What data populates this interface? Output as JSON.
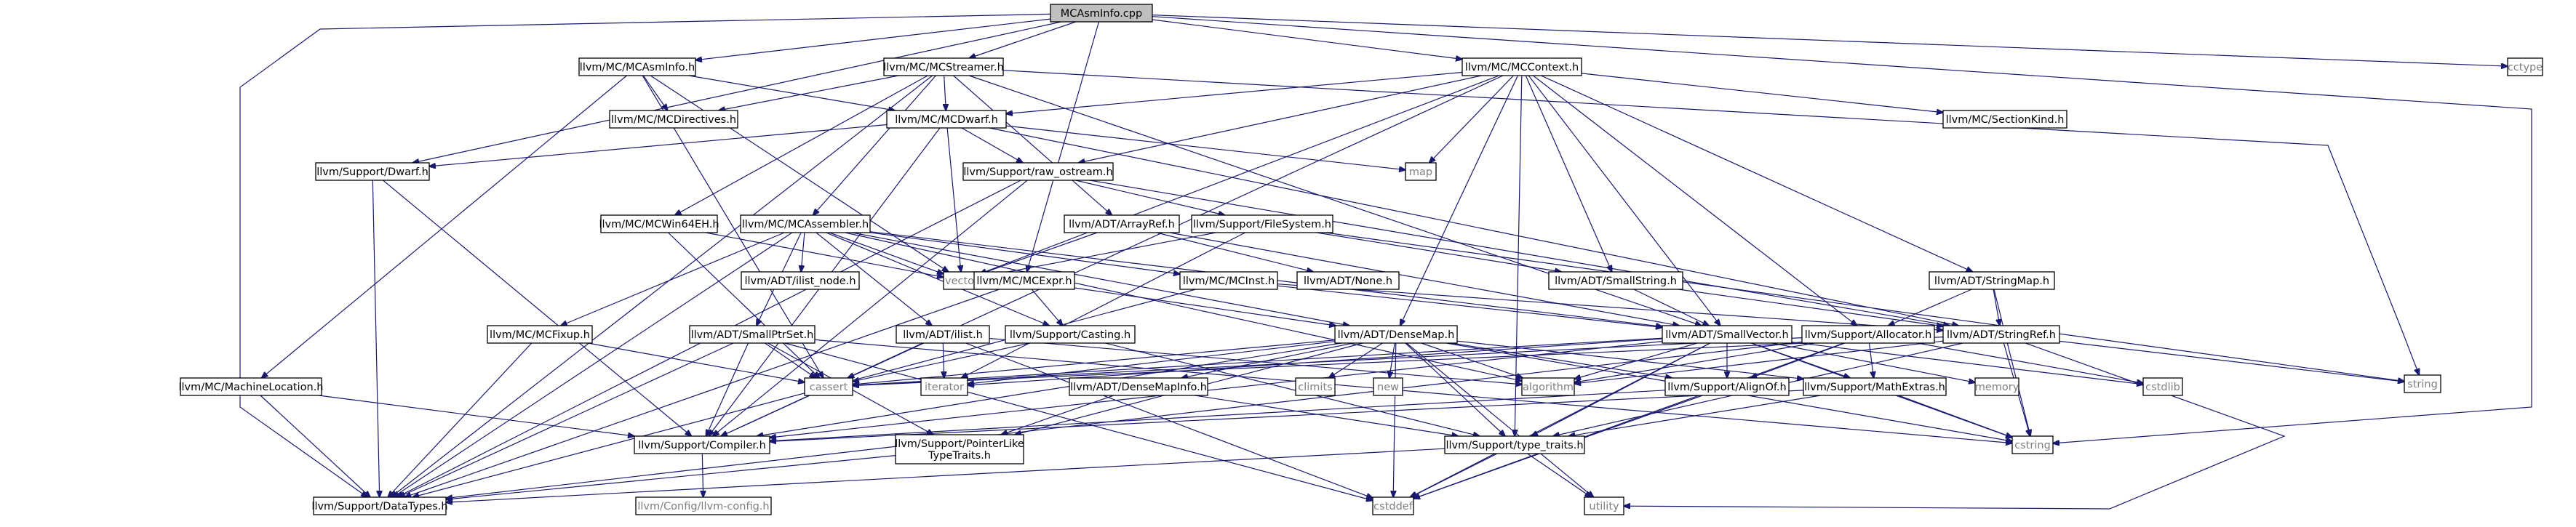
{
  "colors": {
    "background": "#ffffff",
    "node_fill": "#ffffff",
    "root_fill": "#bfbfbf",
    "border_default": "#000000",
    "border_red": "#ff0000",
    "border_gray": "#bfbfbf",
    "text_default": "#000000",
    "text_gray": "#7f7f7f",
    "edge": "#191970"
  },
  "nodes": [
    {
      "id": "root",
      "label": "MCAsmInfo.cpp",
      "style": "root"
    },
    {
      "id": "n_asminfo",
      "label": "llvm/MC/MCAsmInfo.h",
      "style": "normal"
    },
    {
      "id": "n_streamer",
      "label": "llvm/MC/MCStreamer.h",
      "style": "normal"
    },
    {
      "id": "n_context",
      "label": "llvm/MC/MCContext.h",
      "style": "normal"
    },
    {
      "id": "n_cctype",
      "label": "cctype",
      "style": "gray"
    },
    {
      "id": "n_directives",
      "label": "llvm/MC/MCDirectives.h",
      "style": "normal"
    },
    {
      "id": "n_mcdwarf",
      "label": "llvm/MC/MCDwarf.h",
      "style": "normal"
    },
    {
      "id": "n_sectionkind",
      "label": "llvm/MC/SectionKind.h",
      "style": "normal"
    },
    {
      "id": "n_dwarf",
      "label": "llvm/Support/Dwarf.h",
      "style": "normal"
    },
    {
      "id": "n_rawostream",
      "label": "llvm/Support/raw_ostream.h",
      "style": "normal"
    },
    {
      "id": "n_map",
      "label": "map",
      "style": "gray"
    },
    {
      "id": "n_win64",
      "label": "llvm/MC/MCWin64EH.h",
      "style": "red"
    },
    {
      "id": "n_assembler",
      "label": "llvm/MC/MCAssembler.h",
      "style": "normal"
    },
    {
      "id": "n_arrayref",
      "label": "llvm/ADT/ArrayRef.h",
      "style": "normal"
    },
    {
      "id": "n_filesystem",
      "label": "llvm/Support/FileSystem.h",
      "style": "red"
    },
    {
      "id": "n_vector",
      "label": "vector",
      "style": "gray"
    },
    {
      "id": "n_ilistnode",
      "label": "llvm/ADT/ilist_node.h",
      "style": "normal"
    },
    {
      "id": "n_mcinst",
      "label": "llvm/MC/MCInst.h",
      "style": "red"
    },
    {
      "id": "n_none",
      "label": "llvm/ADT/None.h",
      "style": "normal"
    },
    {
      "id": "n_smallstring",
      "label": "llvm/ADT/SmallString.h",
      "style": "normal"
    },
    {
      "id": "n_stringmap",
      "label": "llvm/ADT/StringMap.h",
      "style": "normal"
    },
    {
      "id": "n_mcexpr",
      "label": "llvm/MC/MCExpr.h",
      "style": "normal"
    },
    {
      "id": "n_mcfixup",
      "label": "llvm/MC/MCFixup.h",
      "style": "red"
    },
    {
      "id": "n_smallptrset",
      "label": "llvm/ADT/SmallPtrSet.h",
      "style": "normal"
    },
    {
      "id": "n_ilist",
      "label": "llvm/ADT/ilist.h",
      "style": "normal"
    },
    {
      "id": "n_casting",
      "label": "llvm/Support/Casting.h",
      "style": "normal"
    },
    {
      "id": "n_densemap",
      "label": "llvm/ADT/DenseMap.h",
      "style": "normal"
    },
    {
      "id": "n_smallvector",
      "label": "llvm/ADT/SmallVector.h",
      "style": "normal"
    },
    {
      "id": "n_allocator",
      "label": "llvm/Support/Allocator.h",
      "style": "normal"
    },
    {
      "id": "n_stringref",
      "label": "llvm/ADT/StringRef.h",
      "style": "red"
    },
    {
      "id": "n_string",
      "label": "string",
      "style": "gray"
    },
    {
      "id": "n_machineloc",
      "label": "llvm/MC/MachineLocation.h",
      "style": "normal"
    },
    {
      "id": "n_cassert",
      "label": "cassert",
      "style": "gray"
    },
    {
      "id": "n_iterator",
      "label": "iterator",
      "style": "gray"
    },
    {
      "id": "n_climits",
      "label": "climits",
      "style": "gray"
    },
    {
      "id": "n_new",
      "label": "new",
      "style": "gray"
    },
    {
      "id": "n_densemapinfo",
      "label": "llvm/ADT/DenseMapInfo.h",
      "style": "normal"
    },
    {
      "id": "n_algorithm",
      "label": "algorithm",
      "style": "gray"
    },
    {
      "id": "n_alignof",
      "label": "llvm/Support/AlignOf.h",
      "style": "normal"
    },
    {
      "id": "n_mathextras",
      "label": "llvm/Support/MathExtras.h",
      "style": "red"
    },
    {
      "id": "n_memory",
      "label": "memory",
      "style": "gray"
    },
    {
      "id": "n_cstdlib",
      "label": "cstdlib",
      "style": "gray"
    },
    {
      "id": "n_compiler",
      "label": "llvm/Support/Compiler.h",
      "style": "normal"
    },
    {
      "id": "n_pointerlike",
      "label": [
        "llvm/Support/PointerLike",
        "TypeTraits.h"
      ],
      "style": "normal"
    },
    {
      "id": "n_typetraits",
      "label": "llvm/Support/type_traits.h",
      "style": "normal"
    },
    {
      "id": "n_cstring",
      "label": "cstring",
      "style": "gray"
    },
    {
      "id": "n_datatypes",
      "label": "llvm/Support/DataTypes.h",
      "style": "normal"
    },
    {
      "id": "n_llvmconfig",
      "label": "llvm/Config/llvm-config.h",
      "style": "gray"
    },
    {
      "id": "n_cstddef",
      "label": "cstddef",
      "style": "gray"
    },
    {
      "id": "n_utility",
      "label": "utility",
      "style": "gray"
    }
  ],
  "edges": [
    [
      "root",
      "n_asminfo"
    ],
    [
      "root",
      "n_streamer"
    ],
    [
      "root",
      "n_context"
    ],
    [
      "root",
      "n_cctype"
    ],
    [
      "root",
      "n_dwarf"
    ],
    [
      "root",
      "n_datatypes"
    ],
    [
      "root",
      "n_mcexpr"
    ],
    [
      "root",
      "n_cstring"
    ],
    [
      "n_asminfo",
      "n_directives"
    ],
    [
      "n_asminfo",
      "n_mcdwarf"
    ],
    [
      "n_asminfo",
      "n_machineloc"
    ],
    [
      "n_asminfo",
      "n_vector"
    ],
    [
      "n_asminfo",
      "n_cassert"
    ],
    [
      "n_streamer",
      "n_directives"
    ],
    [
      "n_streamer",
      "n_mcdwarf"
    ],
    [
      "n_streamer",
      "n_win64"
    ],
    [
      "n_streamer",
      "n_assembler"
    ],
    [
      "n_streamer",
      "n_arrayref"
    ],
    [
      "n_streamer",
      "n_smallvector"
    ],
    [
      "n_streamer",
      "n_datatypes"
    ],
    [
      "n_streamer",
      "n_string"
    ],
    [
      "n_context",
      "n_mcdwarf"
    ],
    [
      "n_context",
      "n_sectionkind"
    ],
    [
      "n_context",
      "n_rawostream"
    ],
    [
      "n_context",
      "n_map"
    ],
    [
      "n_context",
      "n_vector"
    ],
    [
      "n_context",
      "n_smallstring"
    ],
    [
      "n_context",
      "n_stringmap"
    ],
    [
      "n_context",
      "n_densemap"
    ],
    [
      "n_context",
      "n_smallvector"
    ],
    [
      "n_context",
      "n_allocator"
    ],
    [
      "n_context",
      "n_compiler"
    ],
    [
      "n_context",
      "n_typetraits"
    ],
    [
      "n_mcdwarf",
      "n_dwarf"
    ],
    [
      "n_mcdwarf",
      "n_rawostream"
    ],
    [
      "n_mcdwarf",
      "n_map"
    ],
    [
      "n_mcdwarf",
      "n_vector"
    ],
    [
      "n_mcdwarf",
      "n_stringref"
    ],
    [
      "n_mcdwarf",
      "n_compiler"
    ],
    [
      "n_dwarf",
      "n_datatypes"
    ],
    [
      "n_dwarf",
      "n_compiler"
    ],
    [
      "n_rawostream",
      "n_filesystem"
    ],
    [
      "n_rawostream",
      "n_stringref"
    ],
    [
      "n_rawostream",
      "n_compiler"
    ],
    [
      "n_rawostream",
      "n_datatypes"
    ],
    [
      "n_win64",
      "n_vector"
    ],
    [
      "n_win64",
      "n_cassert"
    ],
    [
      "n_assembler",
      "n_ilistnode"
    ],
    [
      "n_assembler",
      "n_mcinst"
    ],
    [
      "n_assembler",
      "n_mcfixup"
    ],
    [
      "n_assembler",
      "n_smallptrset"
    ],
    [
      "n_assembler",
      "n_ilist"
    ],
    [
      "n_assembler",
      "n_casting"
    ],
    [
      "n_assembler",
      "n_densemap"
    ],
    [
      "n_assembler",
      "n_smallvector"
    ],
    [
      "n_assembler",
      "n_vector"
    ],
    [
      "n_assembler",
      "n_algorithm"
    ],
    [
      "n_assembler",
      "n_datatypes"
    ],
    [
      "n_arrayref",
      "n_vector"
    ],
    [
      "n_arrayref",
      "n_none"
    ],
    [
      "n_arrayref",
      "n_smallvector"
    ],
    [
      "n_filesystem",
      "n_smallstring"
    ],
    [
      "n_filesystem",
      "n_vector"
    ],
    [
      "n_filesystem",
      "n_iterator"
    ],
    [
      "n_filesystem",
      "n_string"
    ],
    [
      "n_mcinst",
      "n_stringref"
    ],
    [
      "n_mcinst",
      "n_smallvector"
    ],
    [
      "n_mcinst",
      "n_datatypes"
    ],
    [
      "n_smallstring",
      "n_smallvector"
    ],
    [
      "n_smallstring",
      "n_stringref"
    ],
    [
      "n_stringmap",
      "n_allocator"
    ],
    [
      "n_stringmap",
      "n_stringref"
    ],
    [
      "n_stringmap",
      "n_cstring"
    ],
    [
      "n_mcexpr",
      "n_casting"
    ],
    [
      "n_mcexpr",
      "n_densemap"
    ],
    [
      "n_mcexpr",
      "n_datatypes"
    ],
    [
      "n_mcfixup",
      "n_cassert"
    ],
    [
      "n_mcfixup",
      "n_datatypes"
    ],
    [
      "n_smallptrset",
      "n_cassert"
    ],
    [
      "n_smallptrset",
      "n_compiler"
    ],
    [
      "n_smallptrset",
      "n_pointerlike"
    ],
    [
      "n_smallptrset",
      "n_datatypes"
    ],
    [
      "n_smallptrset",
      "n_cstddef"
    ],
    [
      "n_smallptrset",
      "n_cstring"
    ],
    [
      "n_ilist",
      "n_cassert"
    ],
    [
      "n_ilist",
      "n_iterator"
    ],
    [
      "n_ilist",
      "n_algorithm"
    ],
    [
      "n_ilist",
      "n_compiler"
    ],
    [
      "n_ilist",
      "n_cstddef"
    ],
    [
      "n_casting",
      "n_cassert"
    ],
    [
      "n_casting",
      "n_typetraits"
    ],
    [
      "n_densemap",
      "n_densemapinfo"
    ],
    [
      "n_densemap",
      "n_mathextras"
    ],
    [
      "n_densemap",
      "n_alignof"
    ],
    [
      "n_densemap",
      "n_algorithm"
    ],
    [
      "n_densemap",
      "n_cassert"
    ],
    [
      "n_densemap",
      "n_iterator"
    ],
    [
      "n_densemap",
      "n_climits"
    ],
    [
      "n_densemap",
      "n_new"
    ],
    [
      "n_densemap",
      "n_utility"
    ],
    [
      "n_densemap",
      "n_cstddef"
    ],
    [
      "n_densemap",
      "n_cstring"
    ],
    [
      "n_densemap",
      "n_typetraits"
    ],
    [
      "n_densemap",
      "n_compiler"
    ],
    [
      "n_densemap",
      "n_pointerlike"
    ],
    [
      "n_smallvector",
      "n_alignof"
    ],
    [
      "n_smallvector",
      "n_mathextras"
    ],
    [
      "n_smallvector",
      "n_typetraits"
    ],
    [
      "n_smallvector",
      "n_algorithm"
    ],
    [
      "n_smallvector",
      "n_cassert"
    ],
    [
      "n_smallvector",
      "n_cstddef"
    ],
    [
      "n_smallvector",
      "n_cstdlib"
    ],
    [
      "n_smallvector",
      "n_cstring"
    ],
    [
      "n_smallvector",
      "n_iterator"
    ],
    [
      "n_smallvector",
      "n_memory"
    ],
    [
      "n_smallvector",
      "n_compiler"
    ],
    [
      "n_allocator",
      "n_alignof"
    ],
    [
      "n_allocator",
      "n_mathextras"
    ],
    [
      "n_allocator",
      "n_datatypes"
    ],
    [
      "n_allocator",
      "n_algorithm"
    ],
    [
      "n_allocator",
      "n_cassert"
    ],
    [
      "n_allocator",
      "n_cstddef"
    ],
    [
      "n_allocator",
      "n_cstdlib"
    ],
    [
      "n_stringref",
      "n_typetraits"
    ],
    [
      "n_stringref",
      "n_algorithm"
    ],
    [
      "n_stringref",
      "n_cassert"
    ],
    [
      "n_stringref",
      "n_cstring"
    ],
    [
      "n_stringref",
      "n_limits"
    ],
    [
      "n_stringref",
      "n_string"
    ],
    [
      "n_stringref",
      "n_utility"
    ],
    [
      "n_densemapinfo",
      "n_pointerlike"
    ],
    [
      "n_densemapinfo",
      "n_typetraits"
    ],
    [
      "n_machineloc",
      "n_compiler"
    ],
    [
      "n_machineloc",
      "n_datatypes"
    ],
    [
      "n_alignof",
      "n_compiler"
    ],
    [
      "n_alignof",
      "n_cstddef"
    ],
    [
      "n_mathextras",
      "n_compiler"
    ],
    [
      "n_mathextras",
      "n_typetraits"
    ],
    [
      "n_mathextras",
      "n_cstring"
    ],
    [
      "n_compiler",
      "n_llvmconfig"
    ],
    [
      "n_pointerlike",
      "n_datatypes"
    ],
    [
      "n_typetraits",
      "n_datatypes"
    ],
    [
      "n_typetraits",
      "n_cstddef"
    ],
    [
      "n_typetraits",
      "n_utility"
    ]
  ]
}
